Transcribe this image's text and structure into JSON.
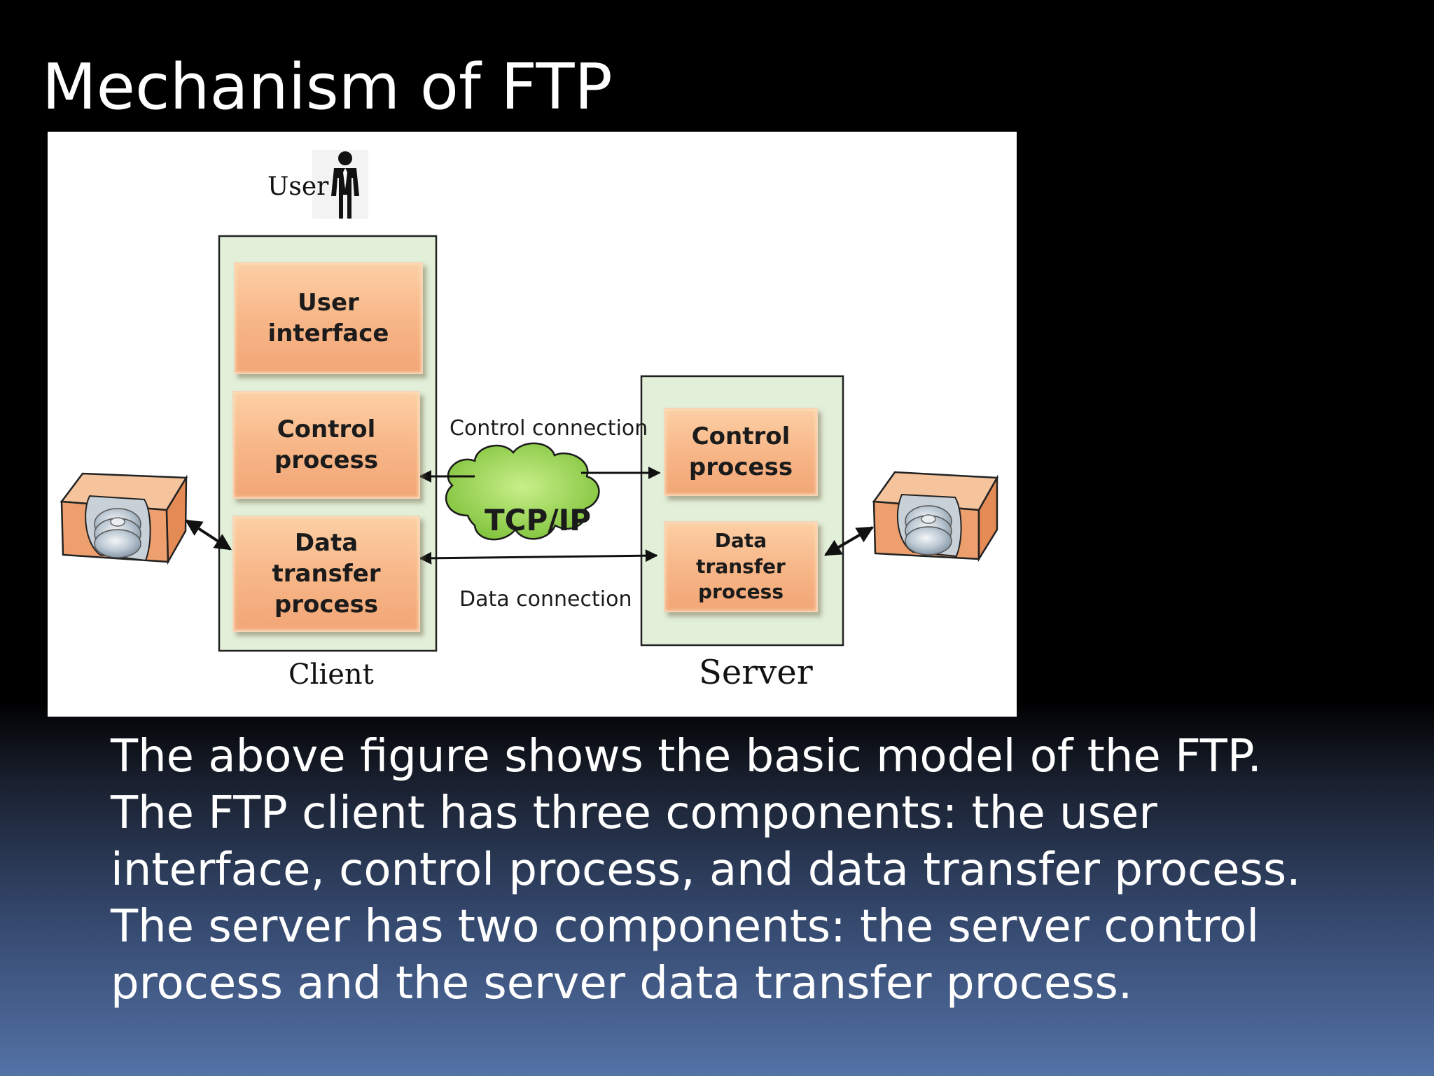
{
  "slide": {
    "title": "Mechanism of FTP",
    "body_lines": [
      "The above figure shows the basic model of the FTP.",
      "The FTP client has three components: the user",
      "interface, control process, and data transfer process.",
      "The server has two components: the server control",
      "process and the server data transfer process."
    ]
  },
  "diagram": {
    "user_label": "User",
    "client_label": "Client",
    "server_label": "Server",
    "client_boxes": {
      "user_interface": "User\ninterface",
      "control_process": "Control\nprocess",
      "data_transfer": "Data\ntransfer\nprocess"
    },
    "server_boxes": {
      "control_process": "Control\nprocess",
      "data_transfer": "Data\ntransfer\nprocess"
    },
    "network_label": "TCP/IP",
    "control_connection_label": "Control connection",
    "data_connection_label": "Data connection",
    "colors": {
      "process_box": "#f7b586",
      "container_fill": "#e2efd9",
      "cloud_fill": "#92d050"
    }
  }
}
